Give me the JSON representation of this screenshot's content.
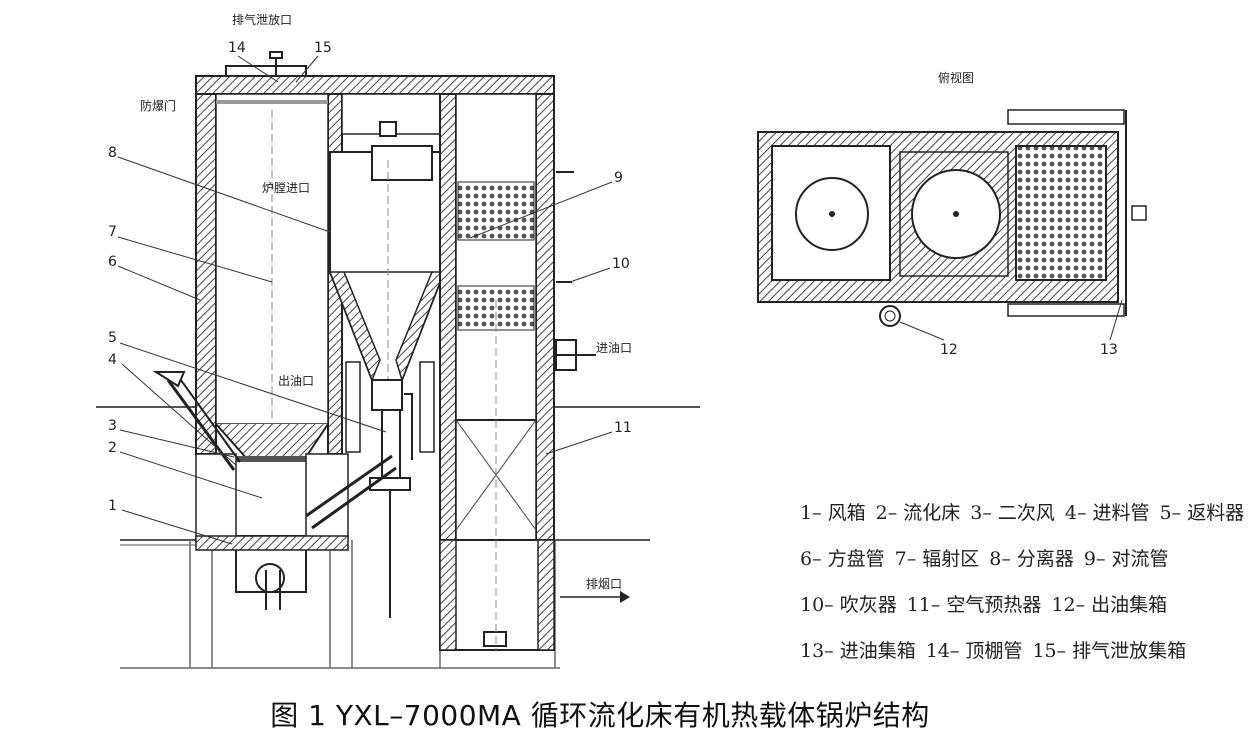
{
  "caption": "图 1 YXL–7000MA 循环流化床有机热载体锅炉结构",
  "labels": {
    "top_port": "排气泄放口",
    "explosion_door": "防爆门",
    "furnace_oil_in": "炉膛进口",
    "oil_out": "出油口",
    "oil_out_right": "进油口",
    "smoke_out": "排烟口",
    "top_view": "俯视图"
  },
  "numbers": {
    "n1": "1",
    "n2": "2",
    "n3": "3",
    "n4": "4",
    "n5": "5",
    "n6": "6",
    "n7": "7",
    "n8": "8",
    "n9": "9",
    "n10": "10",
    "n11": "11",
    "n12": "12",
    "n13": "13",
    "n14": "14",
    "n15": "15"
  },
  "legend": [
    [
      "1– 风箱",
      "2– 流化床",
      "3– 二次风",
      "4– 进料管",
      "5– 返料器"
    ],
    [
      "6– 方盘管",
      "7– 辐射区",
      "8– 分离器",
      "9– 对流管"
    ],
    [
      "10– 吹灰器",
      "11– 空气预热器",
      "12– 出油集箱"
    ],
    [
      "13– 进油集箱",
      "14– 顶棚管",
      "15– 排气泄放集箱"
    ]
  ]
}
